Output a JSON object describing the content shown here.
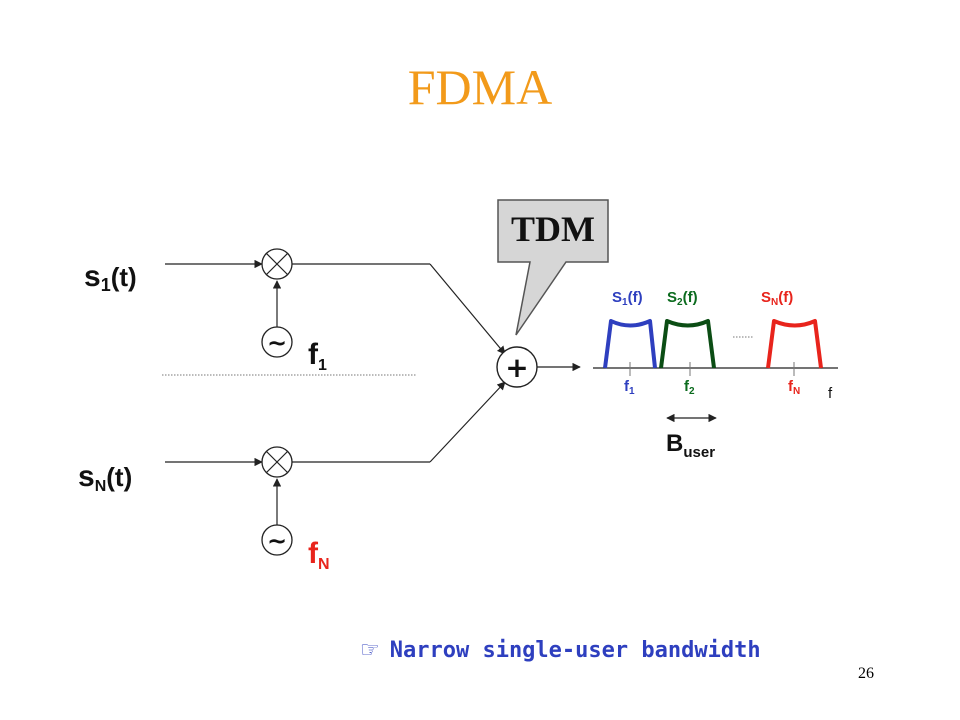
{
  "title": "FDMA",
  "callout": {
    "text": "TDM"
  },
  "inputs": {
    "s1": {
      "base": "s",
      "sub": "1",
      "arg": "(t)"
    },
    "sN": {
      "base": "s",
      "sub": "N",
      "arg": "(t)"
    }
  },
  "oscillators": {
    "symbol": "~",
    "f1": {
      "base": "f",
      "sub": "1",
      "color": "#111111"
    },
    "fN": {
      "base": "f",
      "sub": "N",
      "color": "#e8241c"
    }
  },
  "adder": {
    "symbol": "+"
  },
  "spectrum": {
    "labels": {
      "S1": {
        "base": "S",
        "sub": "1",
        "arg": "(f)",
        "color": "#2e3fbf"
      },
      "S2": {
        "base": "S",
        "sub": "2",
        "arg": "(f)",
        "color": "#0b6b1e"
      },
      "SN": {
        "base": "S",
        "sub": "N",
        "arg": "(f)",
        "color": "#e8241c"
      }
    },
    "ticks": {
      "f1": {
        "base": "f",
        "sub": "1",
        "color": "#2e3fbf"
      },
      "f2": {
        "base": "f",
        "sub": "2",
        "color": "#0b6b1e"
      },
      "fN": {
        "base": "f",
        "sub": "N",
        "color": "#e8241c"
      }
    },
    "axis_label": "f",
    "bandwidth": {
      "base": "B",
      "sub": "user"
    },
    "colors": {
      "band1": "#2e3fbf",
      "band2": "#0b4d14",
      "bandN": "#e8241c"
    }
  },
  "bullet": {
    "icon": "pointing-hand-icon",
    "glyph": "☞",
    "text": "Narrow single-user bandwidth"
  },
  "page_number": "26"
}
